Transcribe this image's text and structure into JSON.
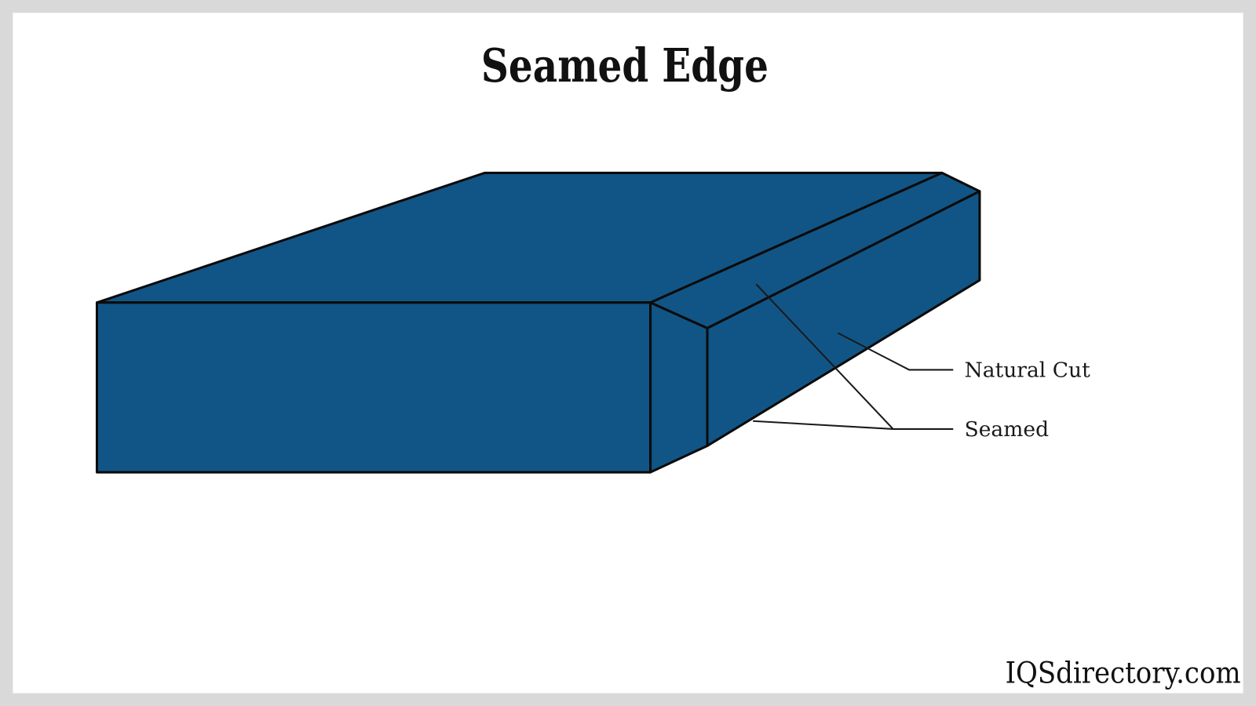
{
  "title": "Seamed Edge",
  "labels": {
    "natural_cut": "Natural Cut",
    "seamed": "Seamed"
  },
  "watermark": "IQSdirectory.com",
  "colors": {
    "slab_fill": "#115586",
    "outline": "#0b0b0b",
    "background": "#ffffff",
    "frame": "#d9d9d9"
  }
}
